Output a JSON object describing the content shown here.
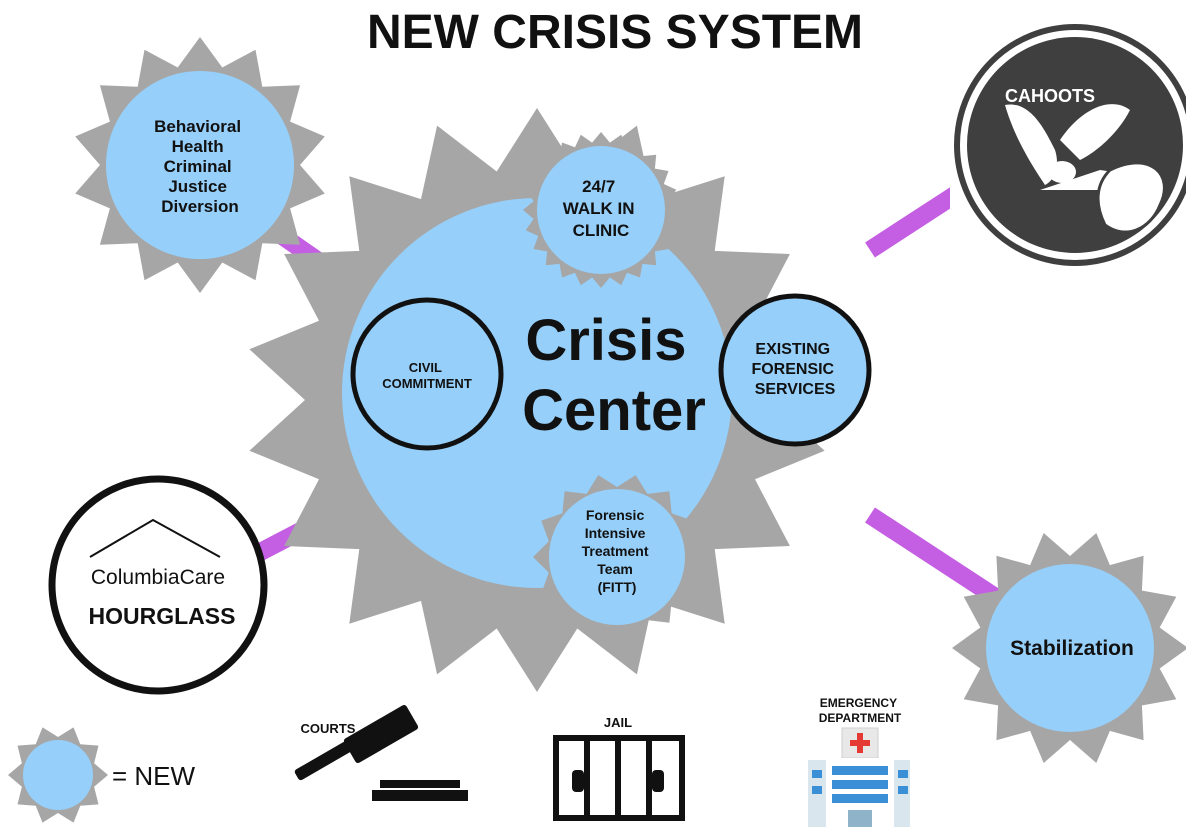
{
  "title": "NEW CRISIS SYSTEM",
  "center": {
    "lines": [
      "Crisis",
      "Center"
    ],
    "walk_in": [
      "24/7",
      "WALK IN",
      "CLINIC"
    ],
    "civil": [
      "CIVIL",
      "COMMITMENT"
    ],
    "forensic": [
      "EXISTING",
      "FORENSIC",
      "SERVICES"
    ],
    "fitt": [
      "Forensic",
      "Intensive",
      "Treatment",
      "Team",
      "(FITT)"
    ]
  },
  "bhcjd": [
    "Behavioral",
    "Health",
    "Criminal",
    "Justice",
    "Diversion"
  ],
  "cahoots": "CAHOOTS",
  "hourglass": {
    "brand": "ColumbiaCare",
    "name": "HOURGLASS"
  },
  "stabilization": "Stabilization",
  "legend": {
    "label": "= NEW"
  },
  "bottom": {
    "courts": "COURTS",
    "jail": "JAIL",
    "emergency": [
      "EMERGENCY",
      "DEPARTMENT"
    ]
  },
  "colors": {
    "gear": "#a6a6a6",
    "light_blue": "#96cff9",
    "connector": "#c45ee3",
    "cahoots_bg": "#3f3f3f",
    "ink": "#111111"
  },
  "icons": {
    "courts": "gavel-icon",
    "jail": "jail-bars-icon",
    "emergency": "hospital-icon",
    "cahoots": "dove-icon",
    "hourglass": "roof-icon"
  }
}
